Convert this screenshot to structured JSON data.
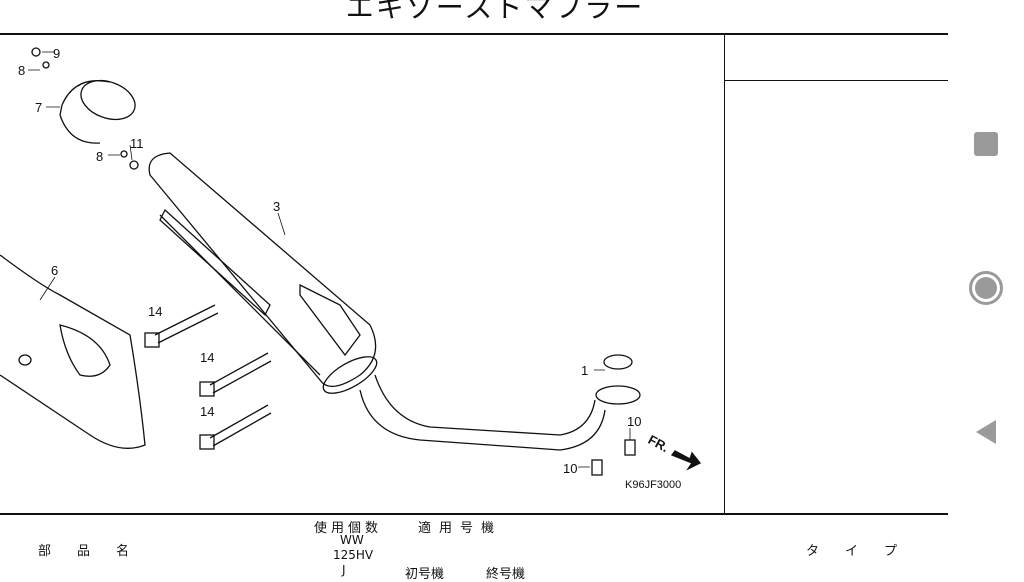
{
  "title": "エキゾーストマフラー",
  "diagram": {
    "callouts": [
      "9",
      "8",
      "7",
      "11",
      "8",
      "3",
      "6",
      "14",
      "14",
      "14",
      "1",
      "10",
      "10"
    ],
    "direction_label": "FR.",
    "diagram_code": "K96JF3000"
  },
  "table_header": {
    "part_name": "部　　品　　名",
    "usage_qty": "使用個数",
    "applicable": "適用号機",
    "model_line1": "WW",
    "model_line2": "125HV",
    "model_line3": "J",
    "first_serial": "初号機",
    "last_serial": "終号機",
    "type": "タ　　イ　　プ"
  },
  "nav": {
    "recents": "recents-button",
    "home": "home-button",
    "back": "back-button"
  }
}
